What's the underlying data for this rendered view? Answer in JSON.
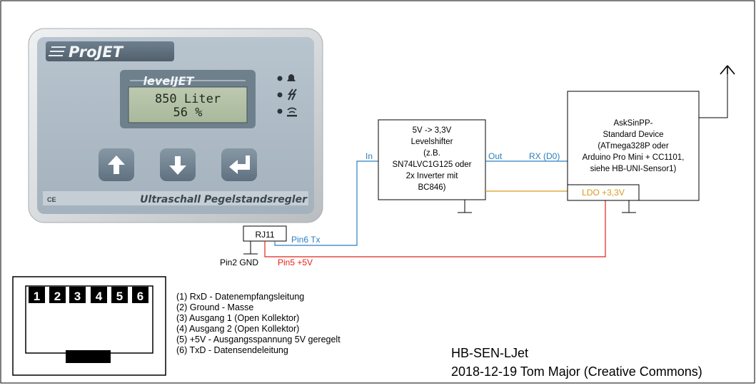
{
  "device": {
    "brand": "ProJET",
    "model": "levelJET",
    "lcd_line1": "850 Liter",
    "lcd_line2": "56 %",
    "footer": "Ultraschall Pegelstandsregler",
    "ce_mark": "CE",
    "buttons": [
      "up-arrow-icon",
      "down-arrow-icon",
      "enter-icon"
    ],
    "indicators": [
      "bell-icon",
      "lightning-icon",
      "wave-icon"
    ]
  },
  "connector": {
    "label": "RJ11"
  },
  "levelshifter": {
    "lines": [
      "5V -> 3,3V",
      "Levelshifter",
      "(z.B.",
      "SN74LVC1G125 oder",
      "2x Inverter mit",
      "BC846)"
    ],
    "in_label": "In",
    "out_label": "Out"
  },
  "asksinpp": {
    "lines": [
      "AskSinPP-",
      "Standard Device",
      "(ATmega328P oder",
      "Arduino Pro Mini + CC1101,",
      "siehe HB-UNI-Sensor1)"
    ],
    "rx_label": "RX (D0)",
    "ldo_label": "LDO +3,3V"
  },
  "wires": {
    "tx_label": "Pin6 Tx",
    "gnd_label": "Pin2 GND",
    "vcc_label": "Pin5 +5V"
  },
  "pinout": {
    "pins": [
      "1",
      "2",
      "3",
      "4",
      "5",
      "6"
    ],
    "legend": [
      "(1) RxD - Datenempfangsleitung",
      "(2) Ground - Masse",
      "(3) Ausgang 1 (Open Kollektor)",
      "(4) Ausgang 2 (Open Kollektor)",
      "(5) +5V - Ausgangsspannung 5V geregelt",
      "(6) TxD - Datensendeleitung"
    ]
  },
  "footer": {
    "title": "HB-SEN-LJet",
    "credit": "2018-12-19 Tom Major (Creative Commons)"
  },
  "colors": {
    "tx_wire": "#2a7fc0",
    "vcc_wire": "#e2231a",
    "ldo_wire": "#d99a1c",
    "line": "#000000"
  }
}
